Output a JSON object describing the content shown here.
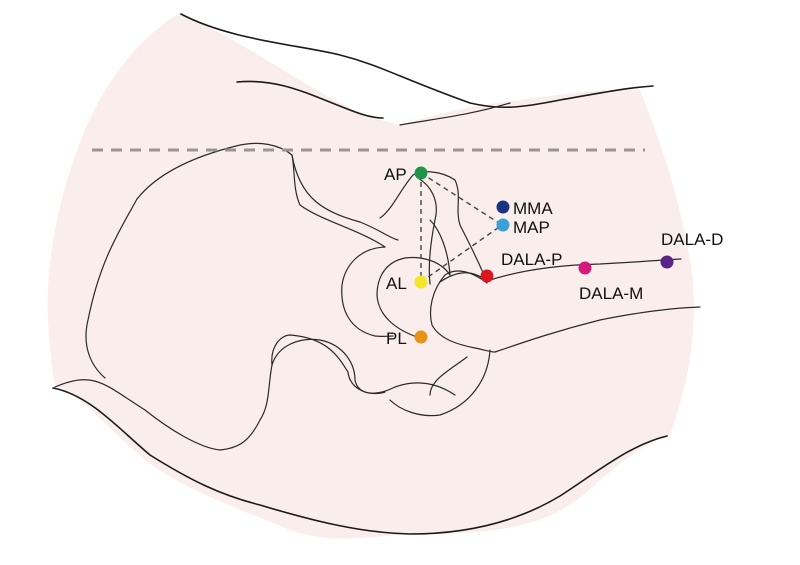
{
  "figure": {
    "description": "Lateral view of the hip/pelvis with femoral head and neck; landmark points marked for measurement",
    "colors": {
      "skin_fill": "#f9eeec",
      "background": "#ffffff",
      "outline": "#2a2a2a",
      "reference_line": "#9a9594",
      "measure_line": "#444444"
    }
  },
  "landmarks": [
    {
      "id": "AP",
      "label": "AP",
      "color": "#1f9447"
    },
    {
      "id": "MMA",
      "label": "MMA",
      "color": "#1a3380"
    },
    {
      "id": "MAP",
      "label": "MAP",
      "color": "#3aa1d8"
    },
    {
      "id": "AL",
      "label": "AL",
      "color": "#f3e52a"
    },
    {
      "id": "DALA-P",
      "label": "DALA-P",
      "color": "#d9171e"
    },
    {
      "id": "DALA-M",
      "label": "DALA-M",
      "color": "#d31a7d"
    },
    {
      "id": "DALA-D",
      "label": "DALA-D",
      "color": "#5a2484"
    },
    {
      "id": "PL",
      "label": "PL",
      "color": "#e8921a"
    }
  ],
  "connections": [
    {
      "from": "AP",
      "to": "AL",
      "style": "dashed"
    },
    {
      "from": "AP",
      "to": "MAP",
      "style": "dashed"
    },
    {
      "from": "AL",
      "to": "MAP",
      "style": "dashed"
    }
  ],
  "reference_line": {
    "style": "dashed",
    "orientation": "horizontal"
  }
}
